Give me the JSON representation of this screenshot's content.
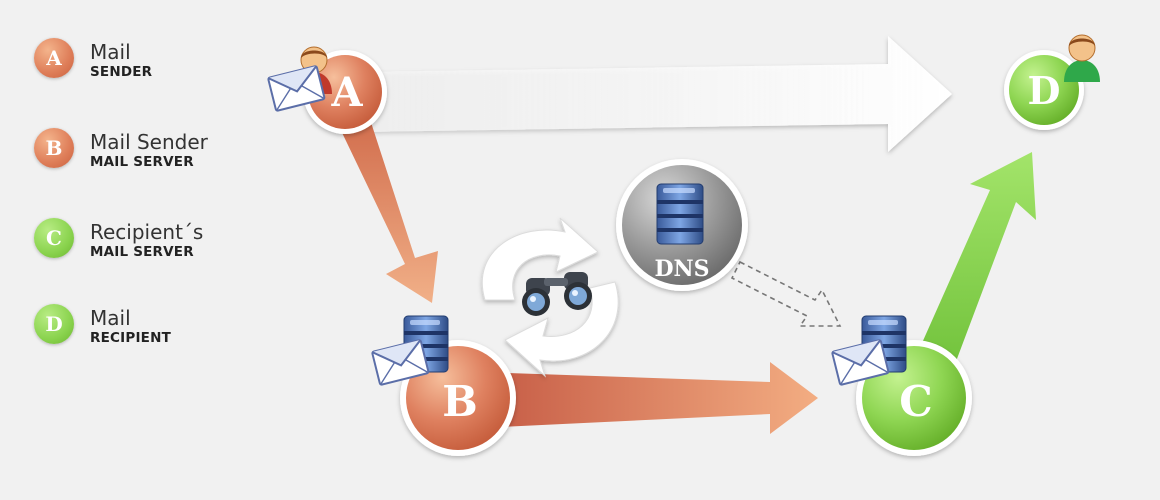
{
  "legend": [
    {
      "letter": "A",
      "main": "Mail",
      "sub": "SENDER",
      "color": "orange"
    },
    {
      "letter": "B",
      "main": "Mail Sender",
      "sub": "MAIL SERVER",
      "color": "orange"
    },
    {
      "letter": "C",
      "main": "Recipient´s",
      "sub": "MAIL SERVER",
      "color": "green"
    },
    {
      "letter": "D",
      "main": "Mail",
      "sub": "RECIPIENT",
      "color": "green"
    }
  ],
  "nodes": {
    "a": {
      "letter": "A"
    },
    "b": {
      "letter": "B"
    },
    "c": {
      "letter": "C"
    },
    "d": {
      "letter": "D"
    },
    "dns": {
      "label": "DNS"
    }
  },
  "colors": {
    "orange": "#de7d58",
    "green": "#8ad34e",
    "dns_gray": "#8c8c8c",
    "background": "#f1f1f1"
  },
  "icons": [
    "envelope-icon",
    "user-icon",
    "server-icon",
    "binoculars-icon",
    "refresh-arrows-icon"
  ]
}
